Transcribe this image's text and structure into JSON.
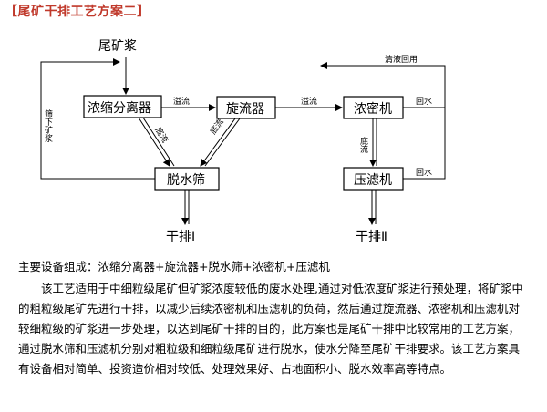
{
  "title": "【尾矿干排工艺方案二】",
  "diagram": {
    "input_label": "尾矿浆",
    "boxes": {
      "concentrator": "浓缩分离器",
      "cyclone": "旋流器",
      "thickener": "浓密机",
      "dewater_screen": "脱水筛",
      "filter_press": "压滤机"
    },
    "edge_labels": {
      "overflow1": "溢流",
      "overflow2": "溢流",
      "clear_return": "清液回用",
      "return_water1": "回水",
      "return_water2": "回水",
      "underflow1": "底流",
      "underflow2": "底流",
      "underflow3": "底流",
      "screen_under": "筛下矿浆"
    },
    "outputs": {
      "dry1": "干排Ⅰ",
      "dry2": "干排Ⅱ"
    }
  },
  "summary_text": "主要设备组成：浓缩分离器+旋流器+脱水筛+浓密机+压滤机",
  "paragraph": "该工艺适用于中细粒级尾矿但矿浆浓度较低的废水处理,通过对低浓度矿浆进行预处理，将矿浆中的粗粒级尾矿先进行干排，以减少后续浓密机和压滤机的负荷，然后通过旋流器、浓密机和压滤机对较细粒级的矿浆进一步处理，以达到尾矿干排的目的，此方案也是尾矿干排中比较常用的工艺方案，通过脱水筛和压滤机分别对粗粒级和细粒级尾矿进行脱水，使水分降至尾矿干排要求。该工艺方案具有设备相对简单、投资造价相对较低、处理效果好、占地面积小、脱水效率高等特点。"
}
